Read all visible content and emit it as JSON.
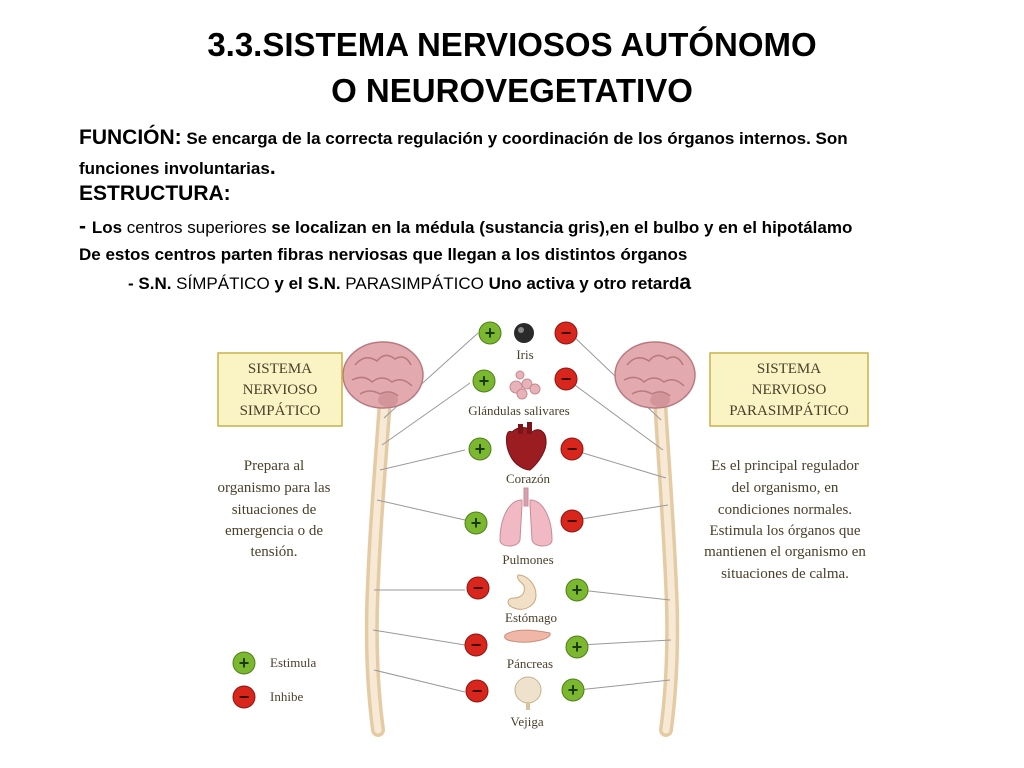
{
  "title_line1": "3.3.SISTEMA NERVIOSOS AUTÓNOMO",
  "title_line2": "O NEUROVEGETATIVO",
  "funcion": {
    "label": "FUNCIÓN:",
    "text1": " Se encarga de la correcta regulación y coordinación de los órganos internos. Son",
    "text2": "funciones involuntarias",
    "dot": "."
  },
  "estructura": {
    "label": "ESTRUCTURA:",
    "dash": "- ",
    "los": "Los",
    "centros": " centros superiores ",
    "rest": "se localizan en la médula (sustancia gris),en el bulbo y en el hipotálamo",
    "line2": "De estos centros parten fibras nerviosas que llegan a los distintos órganos"
  },
  "sn_line": {
    "p1": "- S.N.",
    "p2": " SÍMPÁTICO ",
    "p3": "y el S.N.",
    "p4": " PARASIMPÁTICO ",
    "p5": "Uno activa y otro retard",
    "p6": "a"
  },
  "diagram": {
    "simpatico_box": [
      "SISTEMA",
      "NERVIOSO",
      "SIMPÁTICO"
    ],
    "parasimpatico_box": [
      "SISTEMA",
      "NERVIOSO",
      "PARASIMPÁTICO"
    ],
    "simpatico_desc": [
      "Prepara al",
      "organismo para las",
      "situaciones de",
      "emergencia o de",
      "tensión."
    ],
    "parasimpatico_desc": [
      "Es el principal regulador",
      "del organismo, en",
      "condiciones normales.",
      "Estimula los órganos que",
      "mantienen el organismo en",
      "situaciones de calma."
    ],
    "organs": [
      {
        "name": "Iris",
        "left": "+",
        "right": "−"
      },
      {
        "name": "Glándulas salivares",
        "left": "+",
        "right": "−"
      },
      {
        "name": "Corazón",
        "left": "+",
        "right": "−"
      },
      {
        "name": "Pulmones",
        "left": "+",
        "right": "−"
      },
      {
        "name": "Estómago",
        "left": "−",
        "right": "+"
      },
      {
        "name": "Páncreas",
        "left": "−",
        "right": "+"
      },
      {
        "name": "Vejiga",
        "left": "−",
        "right": "+"
      }
    ],
    "legend": [
      {
        "symbol": "+",
        "label": "Estimula"
      },
      {
        "symbol": "−",
        "label": "Inhibe"
      }
    ],
    "colors": {
      "plus": "#7cb82f",
      "minus": "#d9261c",
      "box_fill": "#faf3c4",
      "box_border": "#c9b14a",
      "brain": "#e0a8ac",
      "spine": "#efdcbf"
    }
  }
}
